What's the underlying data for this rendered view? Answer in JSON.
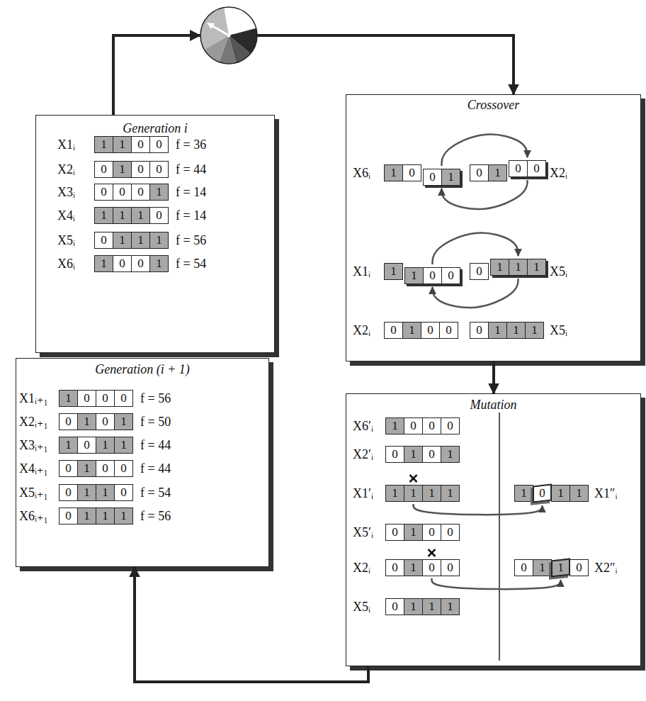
{
  "diagram": {
    "nodes": [
      {
        "text": [
          "Generation i"
        ]
      },
      {
        "text": [
          "X1ᵢ",
          "1",
          "1",
          "0",
          "0",
          "f = 36"
        ],
        "in": 0
      },
      {
        "text": [
          "X2ᵢ",
          "0",
          "1",
          "0",
          "0",
          "f = 44"
        ],
        "in": 0
      },
      {
        "text": [
          "X3ᵢ",
          "0",
          "0",
          "0",
          "1",
          "f = 14"
        ],
        "in": 0
      },
      {
        "text": [
          "X4ᵢ",
          "1",
          "1",
          "1",
          "0",
          "f = 14"
        ],
        "in": 0
      },
      {
        "text": [
          "X5ᵢ",
          "0",
          "1",
          "1",
          "1",
          "f = 56"
        ],
        "in": 0
      },
      {
        "text": [
          "X6ᵢ",
          "1",
          "0",
          "0",
          "1",
          "f = 54"
        ],
        "in": 0
      },
      {
        "text": [
          "Generation (i + 1)"
        ]
      },
      {
        "text": [
          "X1ᵢ₊₁",
          "1",
          "0",
          "0",
          "0",
          "f = 56"
        ],
        "in": 7
      },
      {
        "text": [
          "X2ᵢ₊₁",
          "0",
          "1",
          "0",
          "1",
          "f = 50"
        ],
        "in": 7
      },
      {
        "text": [
          "X3ᵢ₊₁",
          "1",
          "0",
          "1",
          "1",
          "f = 44"
        ],
        "in": 7
      },
      {
        "text": [
          "X4ᵢ₊₁",
          "0",
          "1",
          "0",
          "0",
          "f = 44"
        ],
        "in": 7
      },
      {
        "text": [
          "X5ᵢ₊₁",
          "0",
          "1",
          "1",
          "0",
          "f = 54"
        ],
        "in": 7
      },
      {
        "text": [
          "X6ᵢ₊₁",
          "0",
          "1",
          "1",
          "1",
          "f = 56"
        ],
        "in": 7
      },
      {
        "text": [
          "Crossover"
        ]
      },
      {
        "text": [
          "X6ᵢ",
          "1",
          "0",
          "0",
          "1"
        ],
        "in": 14
      },
      {
        "text": [
          "0",
          "1",
          "0",
          "0",
          "X2ᵢ"
        ],
        "in": 14
      },
      {
        "text": [
          "X1ᵢ",
          "1",
          "1",
          "0",
          "0"
        ],
        "in": 14
      },
      {
        "text": [
          "0",
          "1",
          "1",
          "1",
          "X5ᵢ"
        ],
        "in": 14
      },
      {
        "text": [
          "X2ᵢ",
          "0",
          "1",
          "0",
          "0"
        ],
        "in": 14
      },
      {
        "text": [
          "0",
          "1",
          "1",
          "1",
          "X5ᵢ"
        ],
        "in": 14
      },
      {
        "text": [
          "Mutation"
        ]
      },
      {
        "text": [
          "X6′ᵢ",
          "1",
          "0",
          "0",
          "0"
        ],
        "in": 21
      },
      {
        "text": [
          "X2′ᵢ",
          "0",
          "1",
          "0",
          "1"
        ],
        "in": 21
      },
      {
        "text": [
          "X1′ᵢ",
          "1",
          "1",
          "1",
          "1"
        ],
        "in": 21
      },
      {
        "text": [
          "1",
          "0",
          "1",
          "1",
          "X1″ᵢ"
        ],
        "in": 21
      },
      {
        "text": [
          "X5′ᵢ",
          "0",
          "1",
          "0",
          "0"
        ],
        "in": 21
      },
      {
        "text": [
          "X2ᵢ",
          "0",
          "1",
          "0",
          "0"
        ],
        "in": 21
      },
      {
        "text": [
          "0",
          "1",
          "1",
          "0",
          "X2″ᵢ"
        ],
        "in": 21
      },
      {
        "text": [
          "X5ᵢ",
          "0",
          "1",
          "1",
          "1"
        ],
        "in": 21
      }
    ],
    "edges": [
      {
        "from": 0,
        "to": 14,
        "arrow": "to"
      },
      {
        "from": 14,
        "to": 21,
        "arrow": "to"
      },
      {
        "from": 21,
        "to": 7,
        "arrow": "to"
      },
      {
        "from": 15,
        "to": 16,
        "arrow": "to"
      },
      {
        "from": 16,
        "to": 15,
        "arrow": "to"
      },
      {
        "from": 17,
        "to": 18,
        "arrow": "to"
      },
      {
        "from": 18,
        "to": 17,
        "arrow": "to"
      },
      {
        "from": 24,
        "to": 25,
        "arrow": "to"
      },
      {
        "from": 27,
        "to": 28,
        "arrow": "to"
      }
    ]
  }
}
